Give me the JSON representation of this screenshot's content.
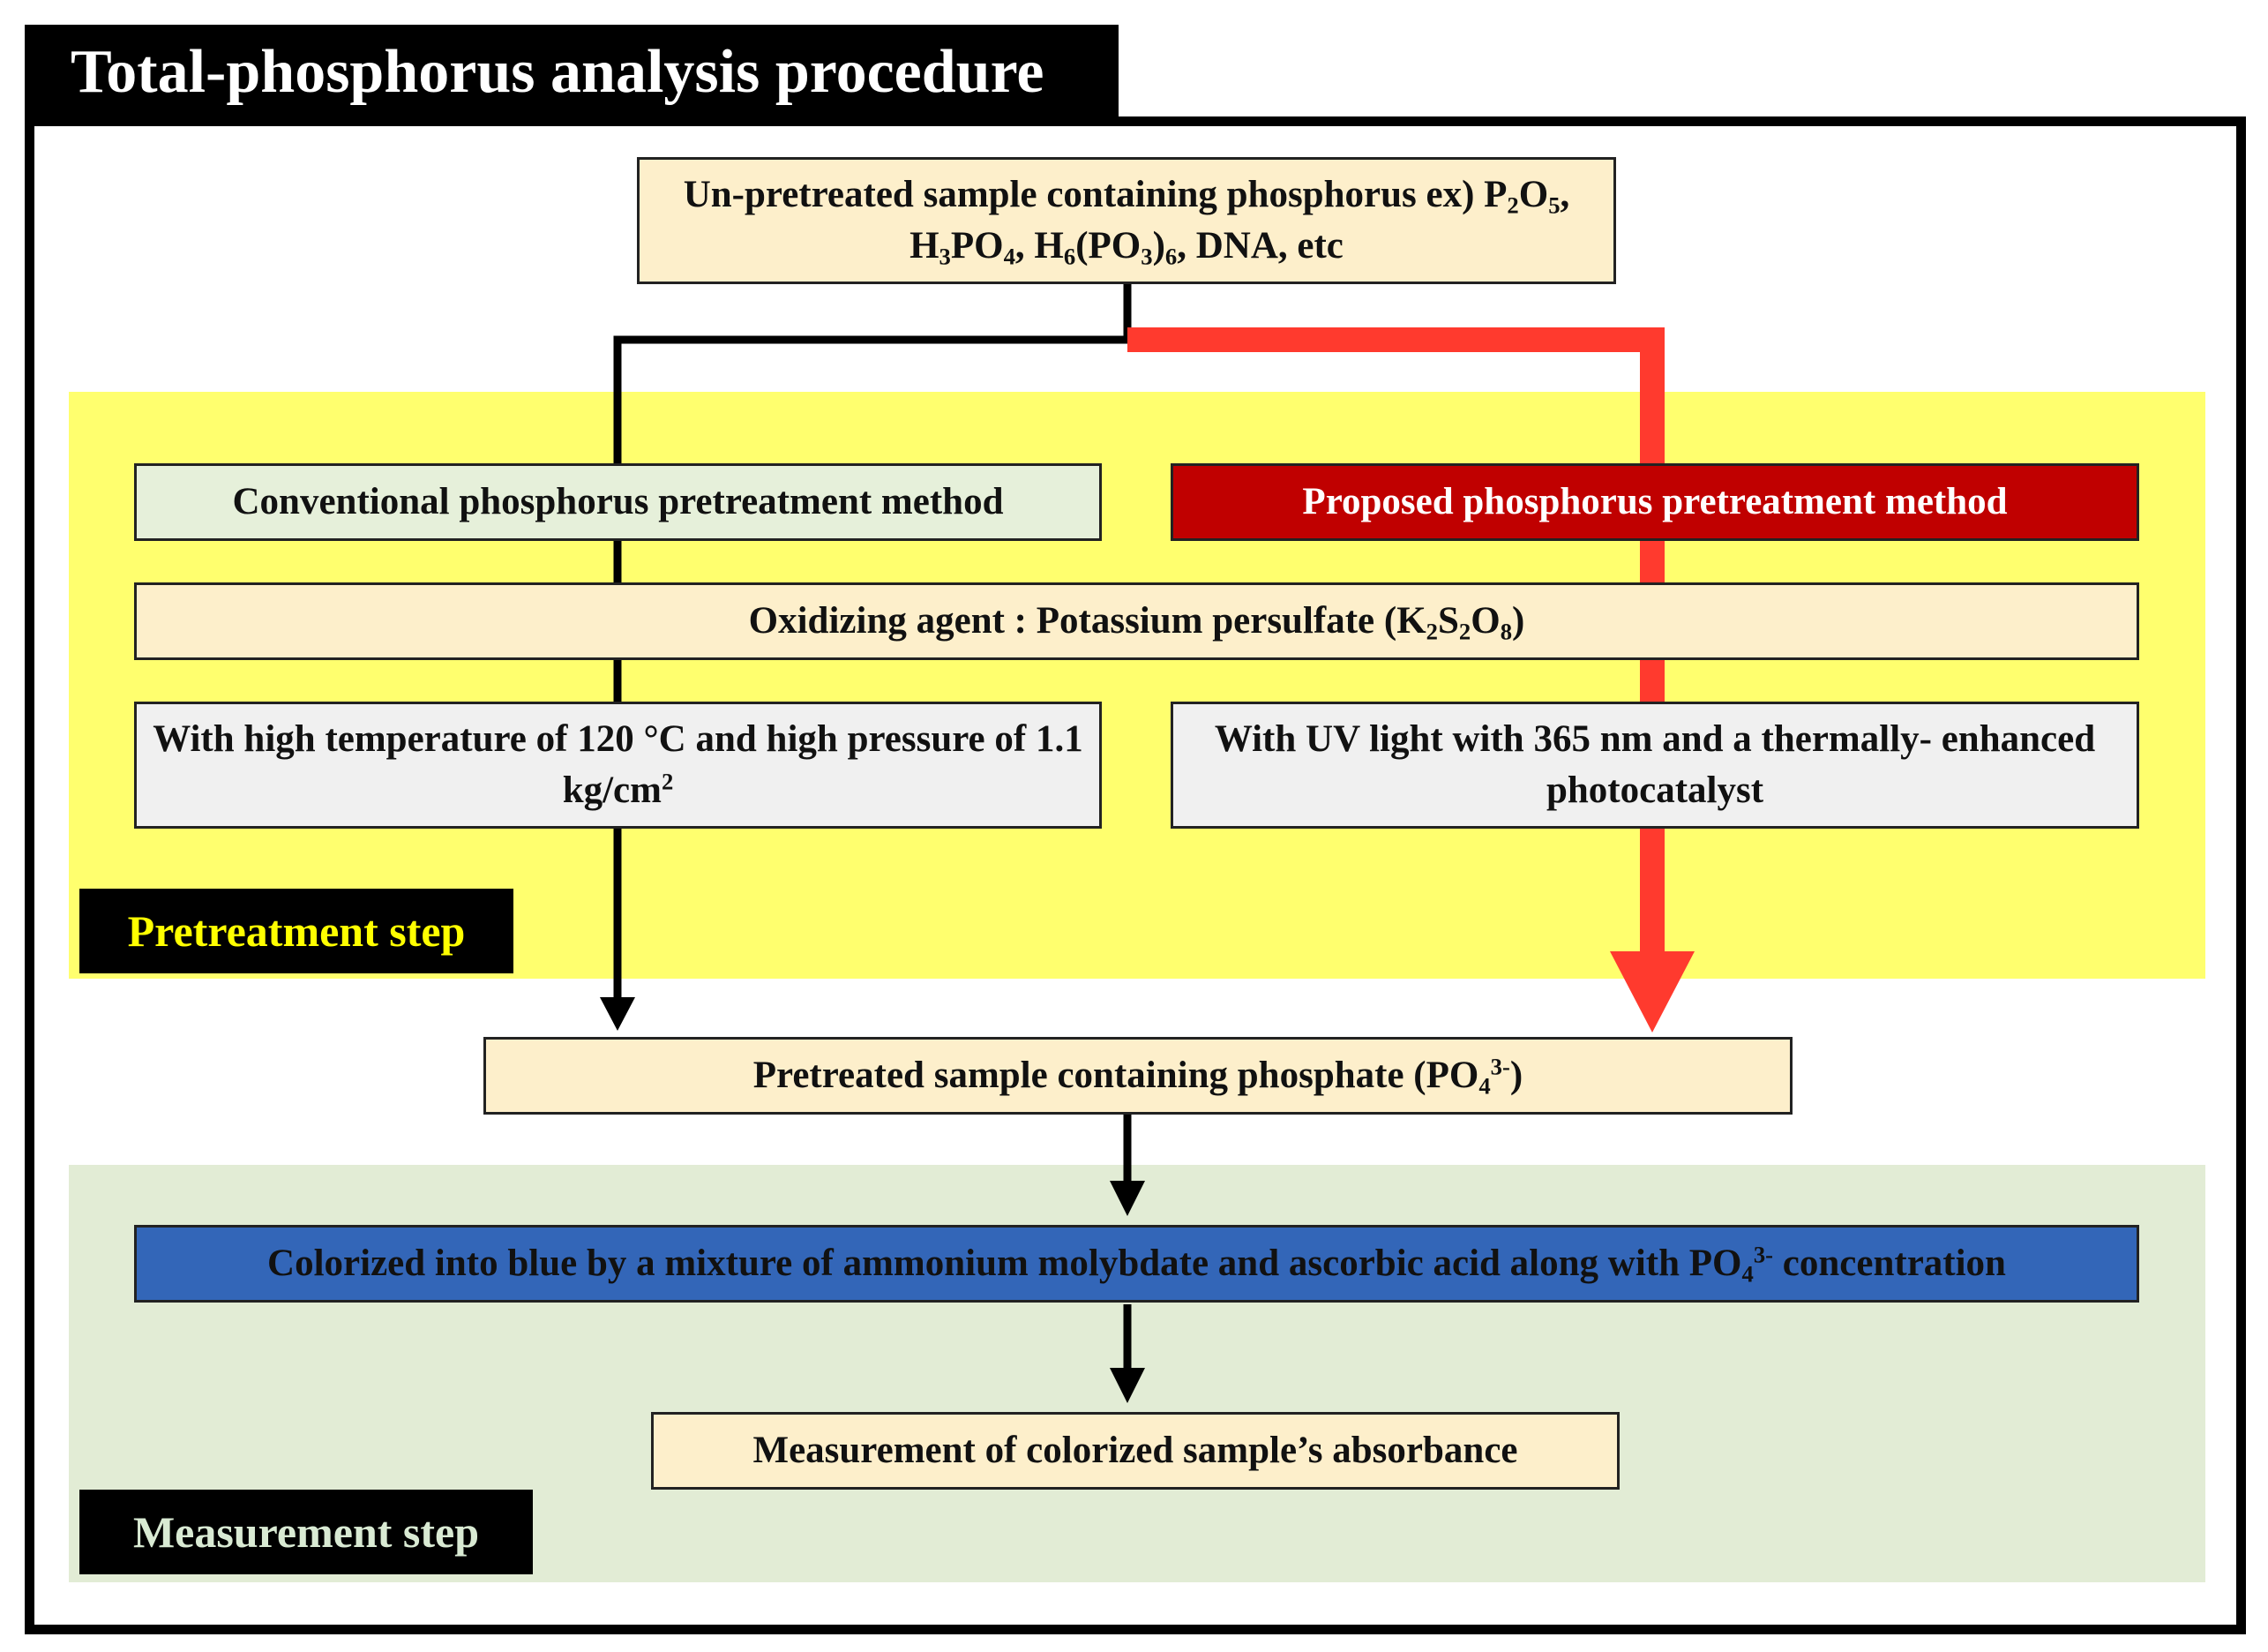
{
  "title": "Total-phosphorus analysis procedure",
  "colors": {
    "pretreatment_zone": "#ffff6e",
    "measurement_zone": "#e2ecd5",
    "cream_box": "#fdefcb",
    "conventional_box": "#e6f0da",
    "proposed_box": "#c00000",
    "grey_box": "#f0f0f0",
    "blue_box": "#3366b8",
    "red_arrow": "#ff3a2e",
    "black_arrow": "#000000",
    "pretreatment_tag_text": "#ffff00",
    "measurement_tag_text": "#d9ead3"
  },
  "nodes": {
    "sample": {
      "line1": "Un-pretreated sample containing phosphorus",
      "line2": {
        "a": "ex) P",
        "s1": "2",
        "b": "O",
        "s2": "5",
        "c": ", H",
        "s3": "3",
        "d": "PO",
        "s4": "4",
        "e": ", H",
        "s5": "6",
        "f": "(PO",
        "s6": "3",
        "g": ")",
        "s7": "6",
        "h": ", DNA, etc"
      }
    },
    "conventional": "Conventional phosphorus pretreatment  method",
    "proposed": "Proposed phosphorus pretreatment method",
    "oxidizing": {
      "a": "Oxidizing agent : Potassium persulfate (K",
      "s1": "2",
      "b": "S",
      "s2": "2",
      "c": "O",
      "s3": "8",
      "d": ")"
    },
    "high_temp": {
      "line1": "With high temperature of 120 °C and high",
      "line2a": "pressure of 1.1 kg/cm",
      "sup": "2"
    },
    "uv": {
      "line1": "With UV light with 365 nm and a thermally-",
      "line2": "enhanced photocatalyst"
    },
    "pretreated": {
      "a": "Pretreated sample containing phosphate (PO",
      "sub": "4",
      "sup": "3-",
      "b": ")"
    },
    "colorized": {
      "a": "Colorized into blue by a mixture of ammonium molybdate and ascorbic acid along with PO",
      "sub": "4",
      "sup": "3-",
      "b": " concentration"
    },
    "measurement": "Measurement of  colorized sample’s absorbance"
  },
  "steps": {
    "pretreatment": "Pretreatment step",
    "measurement": "Measurement step"
  }
}
